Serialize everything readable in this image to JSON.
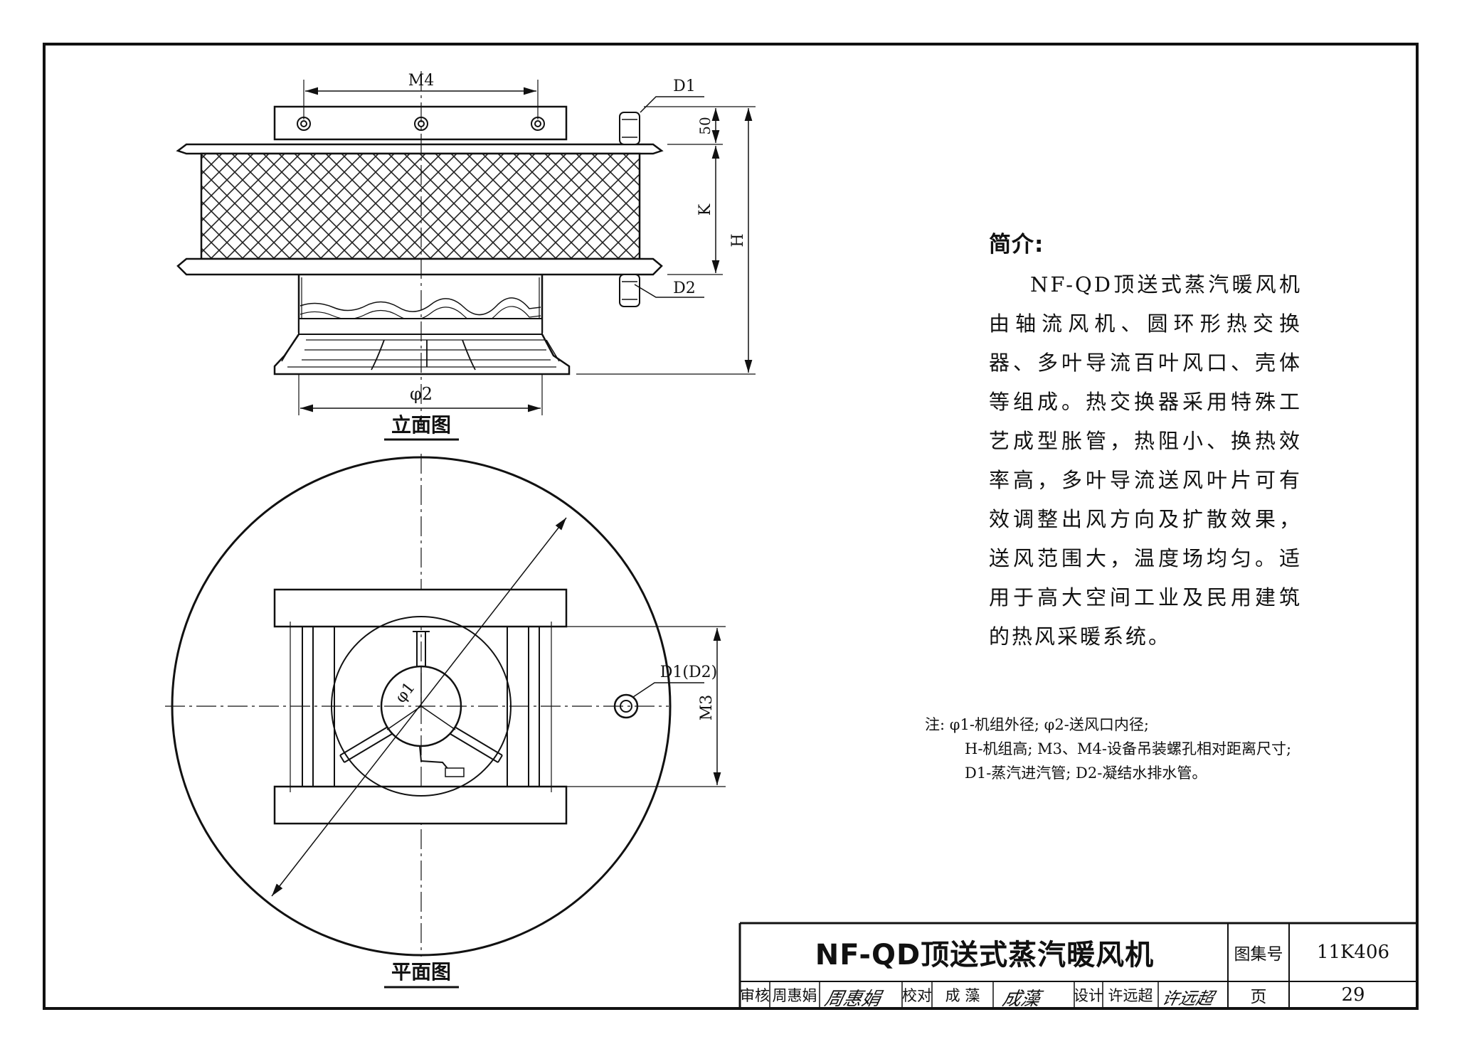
{
  "drawing": {
    "elevation_view": {
      "caption": "立面图",
      "dim_labels": {
        "m4": "M4",
        "d1": "D1",
        "d2": "D2",
        "h50": "50",
        "k": "K",
        "h": "H",
        "phi2": "φ2"
      }
    },
    "plan_view": {
      "caption": "平面图",
      "dim_labels": {
        "phi1": "φ1",
        "d1d2": "D1(D2)",
        "m3": "M3"
      }
    }
  },
  "intro": {
    "heading": "简介:",
    "body": "NF-QD顶送式蒸汽暖风机由轴流风机、圆环形热交换器、多叶导流百叶风口、壳体等组成。热交换器采用特殊工艺成型胀管，热阻小、换热效率高，多叶导流送风叶片可有效调整出风方向及扩散效果，送风范围大，温度场均匀。适用于高大空间工业及民用建筑的热风采暖系统。"
  },
  "notes": {
    "line1": "注: φ1-机组外径; φ2-送风口内径;",
    "line2": "H-机组高; M3、M4-设备吊装螺孔相对距离尺寸;",
    "line3": "D1-蒸汽进汽管; D2-凝结水排水管。"
  },
  "title_block": {
    "drawing_title": "NF-QD顶送式蒸汽暖风机",
    "atlas_no_label": "图集号",
    "atlas_no": "11K406",
    "page_label": "页",
    "page_no": "29",
    "review_label": "审核",
    "reviewer": "周惠娟",
    "reviewer_sig": "周惠娟",
    "check_label": "校对",
    "checker": "成  藻",
    "checker_sig": "成藻",
    "design_label": "设计",
    "designer": "许远超",
    "designer_sig": "许远超"
  }
}
